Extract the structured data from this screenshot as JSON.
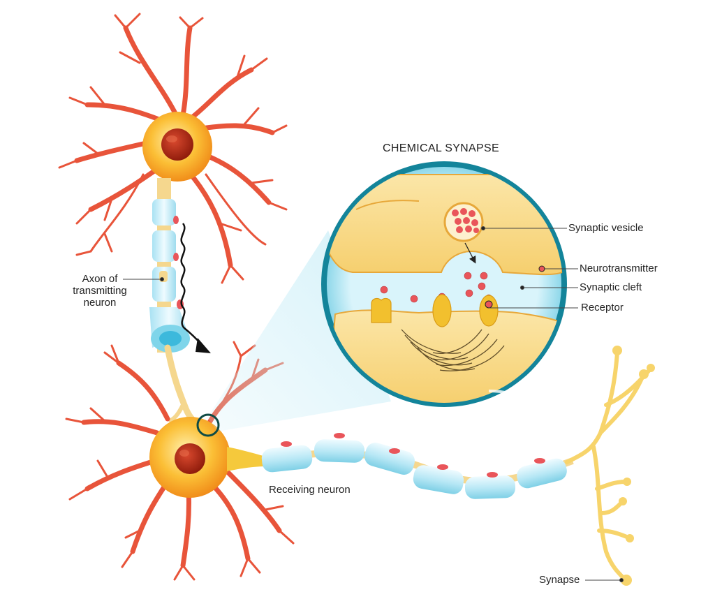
{
  "title": "CHEMICAL SYNAPSE",
  "labels": {
    "synaptic_vesicle": "Synaptic vesicle",
    "neurotransmitter": "Neurotransmitter",
    "synaptic_cleft": "Synaptic cleft",
    "receptor": "Receptor",
    "axon_line1": "Axon of",
    "axon_line2": "transmitting",
    "axon_line3": "neuron",
    "receiving_neuron": "Receiving neuron",
    "synapse": "Synapse"
  },
  "colors": {
    "dendrite": "#e8543a",
    "soma": "#f7a21b",
    "nucleus": "#b5240f",
    "myelin": "#bfe9f5",
    "axon": "#f5d78e",
    "lens_ring": "#13849a",
    "cleft": "#d5f1f8",
    "terminal": "#f9dc8e",
    "neurotransmitter": "#e9555a",
    "receptor": "#f2c02e"
  }
}
